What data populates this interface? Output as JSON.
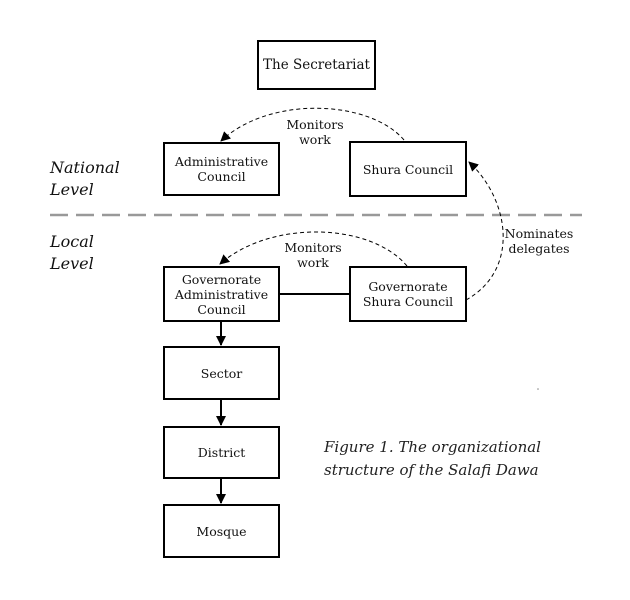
{
  "levels": {
    "national": [
      "National",
      "Level"
    ],
    "local": [
      "Local",
      "Level"
    ]
  },
  "nodes": {
    "secretariat": [
      "The Secretariat"
    ],
    "admin_council": [
      "Administrative",
      "Council"
    ],
    "shura_council": [
      "Shura Council"
    ],
    "gov_admin_council": [
      "Governorate",
      "Administrative",
      "Council"
    ],
    "gov_shura_council": [
      "Governorate",
      "Shura Council"
    ],
    "sector": [
      "Sector"
    ],
    "district": [
      "District"
    ],
    "mosque": [
      "Mosque"
    ]
  },
  "edge_labels": {
    "monitors_national": [
      "Monitors",
      "work"
    ],
    "monitors_local": [
      "Monitors",
      "work"
    ],
    "nominates": [
      "Nominates",
      "delegates"
    ]
  },
  "caption": [
    "Figure 1. The organizational",
    "structure of the Salafi Dawa"
  ]
}
